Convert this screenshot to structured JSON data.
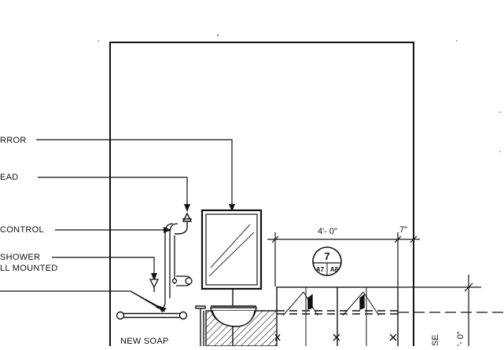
{
  "callouts": {
    "mirror": "RROR",
    "shower_head": "EAD",
    "shower_control": "CONTROL",
    "hand_shower_line1": "SHOWER",
    "hand_shower_line2": "LL MOUNTED",
    "soap": "NEW SOAP"
  },
  "dimensions": {
    "width_main": "4'- 0\"",
    "width_small": "7\"",
    "height_right": "'- 0\"",
    "cut_text": "SE"
  },
  "section_tag": {
    "number": "7",
    "sheet_left": "A7",
    "sheet_right": "A8"
  }
}
